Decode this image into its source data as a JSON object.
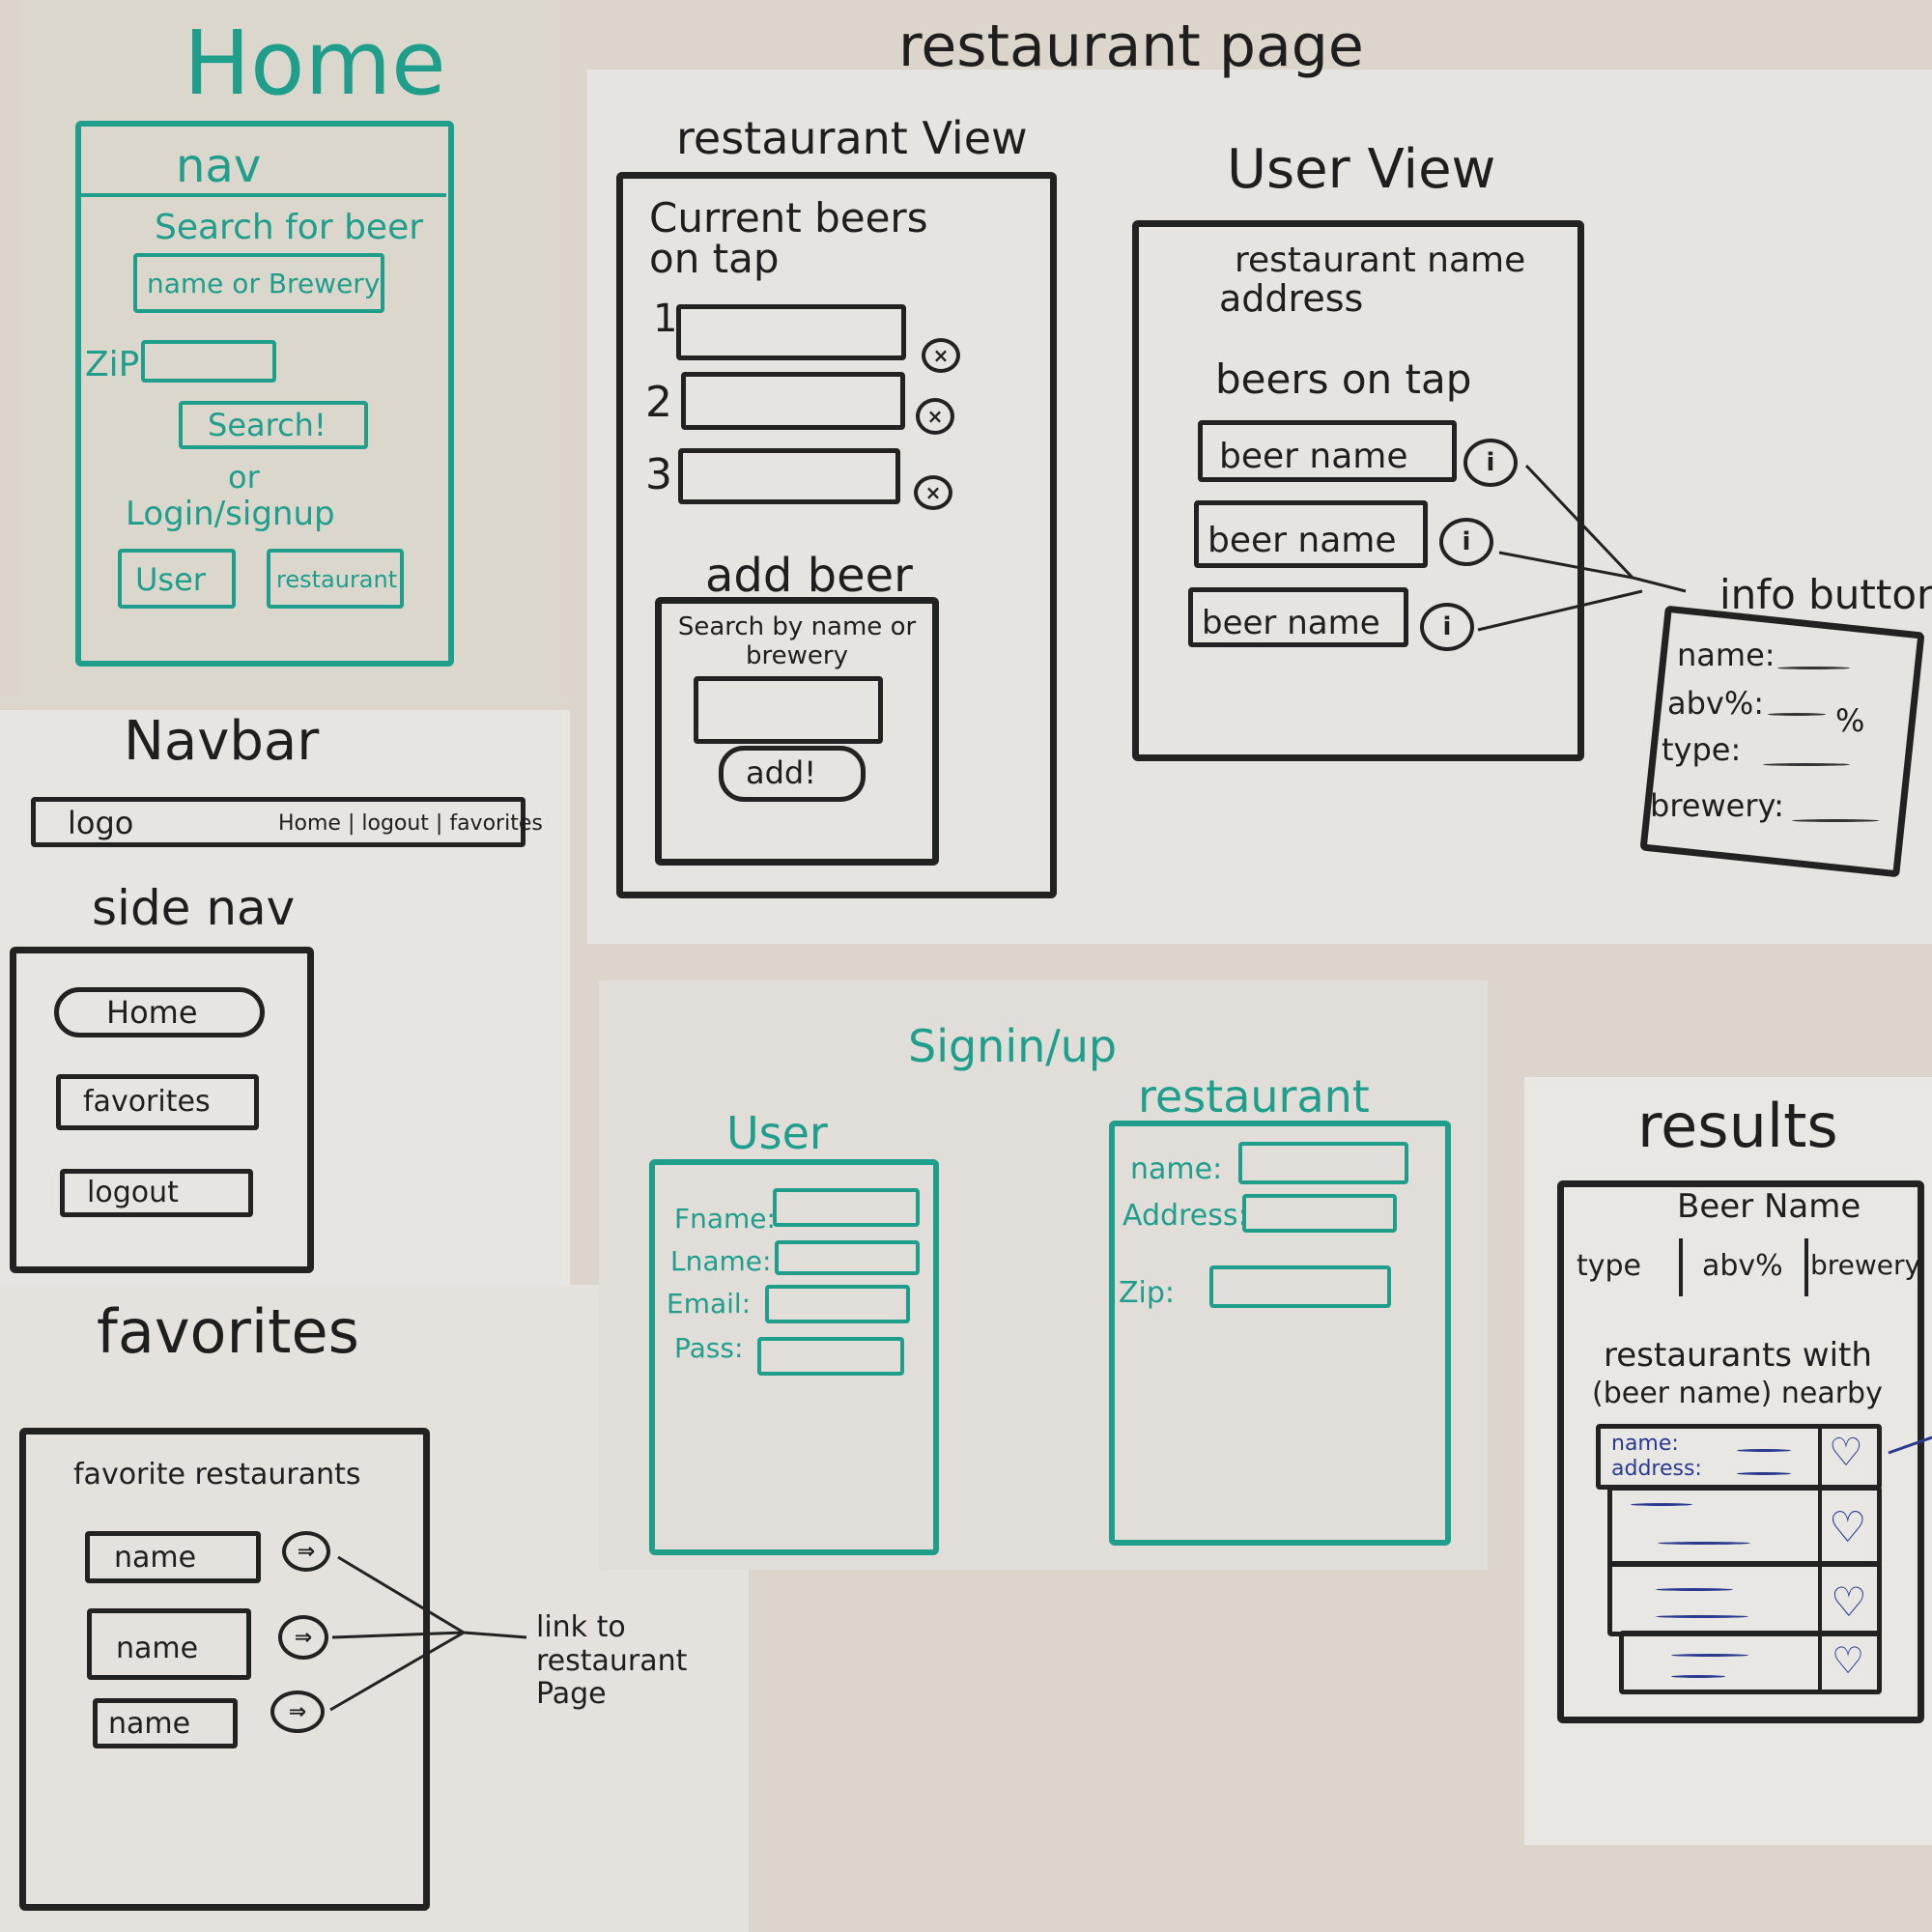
{
  "home": {
    "title": "Home",
    "nav": "nav",
    "search_heading": "Search for beer",
    "search_placeholder": "name or Brewery",
    "zip_label": "ZiP",
    "search_button": "Search!",
    "or": "or",
    "login_signup": "Login/signup",
    "user_button": "User",
    "restaurant_button": "restaurant"
  },
  "navbar": {
    "title": "Navbar",
    "logo": "logo",
    "links": "Home | logout | favorites"
  },
  "side_nav": {
    "title": "side nav",
    "items": [
      "Home",
      "favorites",
      "logout"
    ]
  },
  "favorites": {
    "title": "favorites",
    "heading": "favorite restaurants",
    "items": [
      "name",
      "name",
      "name"
    ],
    "link_icon": "arrow-icon",
    "annotation": "link to restaurant Page"
  },
  "restaurant_page": {
    "title": "restaurant page",
    "restaurant_view": {
      "title": "restaurant View",
      "heading": "Current beers on tap",
      "rows": [
        "1",
        "2",
        "3"
      ],
      "remove_icon": "close-icon",
      "add_beer": "add beer",
      "search_label": "Search by name or brewery",
      "add_button": "add!"
    },
    "user_view": {
      "title": "User View",
      "restaurant_name": "restaurant name",
      "address": "address",
      "beers_heading": "beers on tap",
      "beers": [
        "beer name",
        "beer name",
        "beer name"
      ],
      "info_icon": "info-icon"
    },
    "info_button": {
      "title": "info button",
      "fields": [
        "name:",
        "abv%:",
        "type:",
        "brewery:"
      ],
      "percent": "%"
    }
  },
  "signin": {
    "title": "Signin/up",
    "user": {
      "title": "User",
      "fields": [
        "Fname:",
        "Lname:",
        "Email:",
        "Pass:"
      ]
    },
    "restaurant": {
      "title": "restaurant",
      "fields": [
        "name:",
        "Address:",
        "Zip:"
      ]
    }
  },
  "results": {
    "title": "results",
    "beer_name": "Beer Name",
    "columns": [
      "type",
      "abv%",
      "brewery"
    ],
    "heading": "restaurants with",
    "subheading": "(beer name) nearby",
    "first_row": [
      "name:",
      "address:"
    ],
    "heart_icon": "heart-icon"
  },
  "colors": {
    "teal": "#1f9e8c",
    "ink": "#1e1e1e",
    "navy": "#2b3a8f",
    "board": "#e3e0da"
  }
}
